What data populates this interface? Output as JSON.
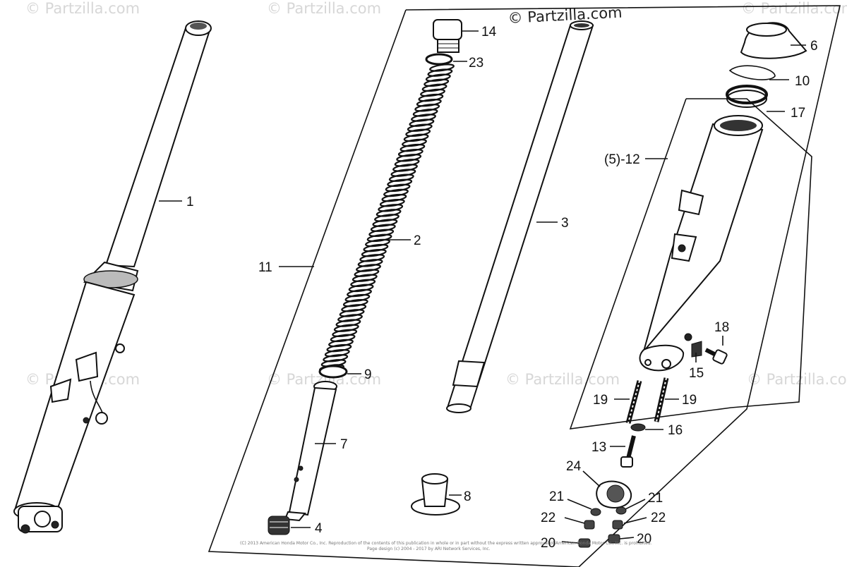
{
  "watermark": "© Partzilla.com",
  "header_watermark": "© Partzilla.com",
  "callouts": {
    "p1": "1",
    "p2": "2",
    "p3": "3",
    "p4": "4",
    "p6": "6",
    "p7": "7",
    "p8": "8",
    "p9": "9",
    "p10": "10",
    "p11": "11",
    "p12": "(5)-12",
    "p13": "13",
    "p14": "14",
    "p15": "15",
    "p16": "16",
    "p17": "17",
    "p18": "18",
    "p19a": "19",
    "p19b": "19",
    "p20a": "20",
    "p20b": "20",
    "p21a": "21",
    "p21b": "21",
    "p22a": "22",
    "p22b": "22",
    "p23": "23",
    "p24": "24"
  },
  "copyright": {
    "line1": "(C) 2013 American Honda Motor Co., Inc. Reproduction of the contents of this publication in whole or in part without the express written approval of American Honda Motor Co., Inc. is prohibited.",
    "line2": "Page design (c) 2004 - 2017 by ARI Network Services, Inc."
  }
}
